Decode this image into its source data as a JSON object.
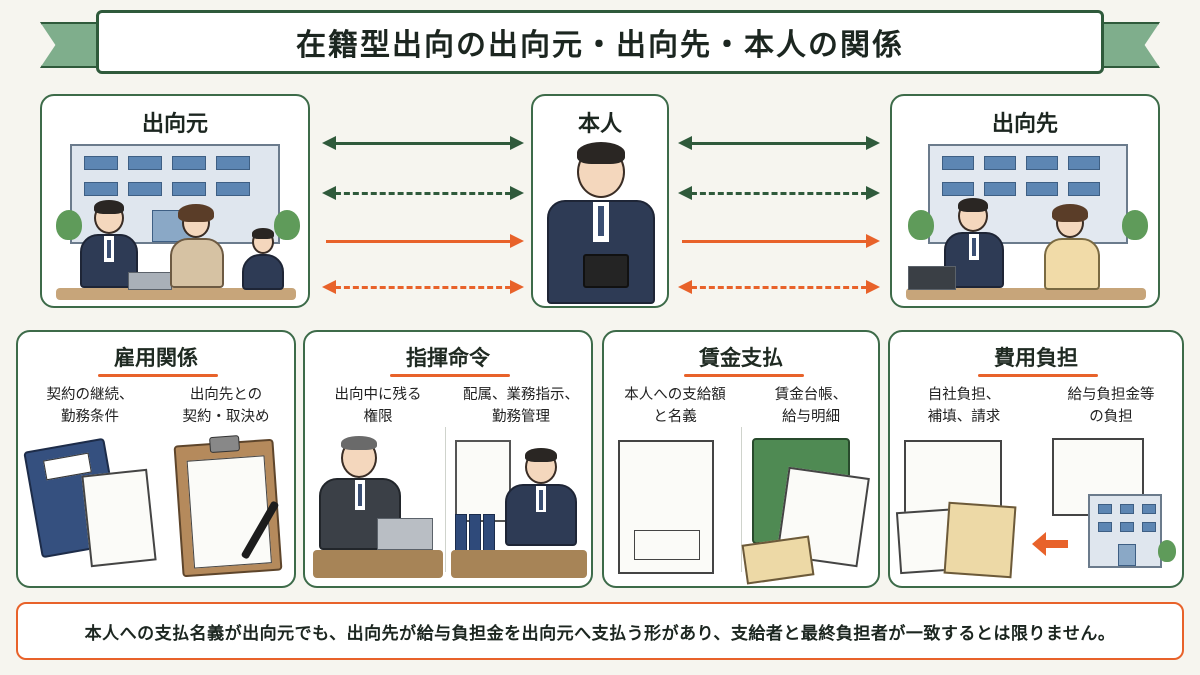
{
  "title": "在籍型出向の出向元・出向先・本人の関係",
  "top": {
    "left_title": "出向元",
    "center_title": "本人",
    "right_title": "出向先"
  },
  "panels": [
    {
      "title": "雇用関係",
      "left_text": "契約の継続、\n勤務条件",
      "right_text": "出向先との\n契約・取決め"
    },
    {
      "title": "指揮命令",
      "left_text": "出向中に残る\n権限",
      "right_text": "配属、業務指示、\n勤務管理"
    },
    {
      "title": "賃金支払",
      "left_text": "本人への支給額\nと名義",
      "right_text": "賃金台帳、\n給与明細"
    },
    {
      "title": "費用負担",
      "left_text": "自社負担、\n補填、請求",
      "right_text": "給与負担金等\nの負担"
    }
  ],
  "footer": "本人への支払名義が出向元でも、出向先が給与負担金を出向元へ支払う形があり、支給者と最終負担者が一致するとは限りません。",
  "colors": {
    "accent": "#e8622a",
    "green": "#2f5a3b"
  },
  "arrows": [
    {
      "style": "solid",
      "color": "green",
      "direction": "both"
    },
    {
      "style": "dashed",
      "color": "green",
      "direction": "both"
    },
    {
      "style": "solid",
      "color": "orange",
      "direction": "right"
    },
    {
      "style": "dashed",
      "color": "orange",
      "direction": "both"
    }
  ]
}
